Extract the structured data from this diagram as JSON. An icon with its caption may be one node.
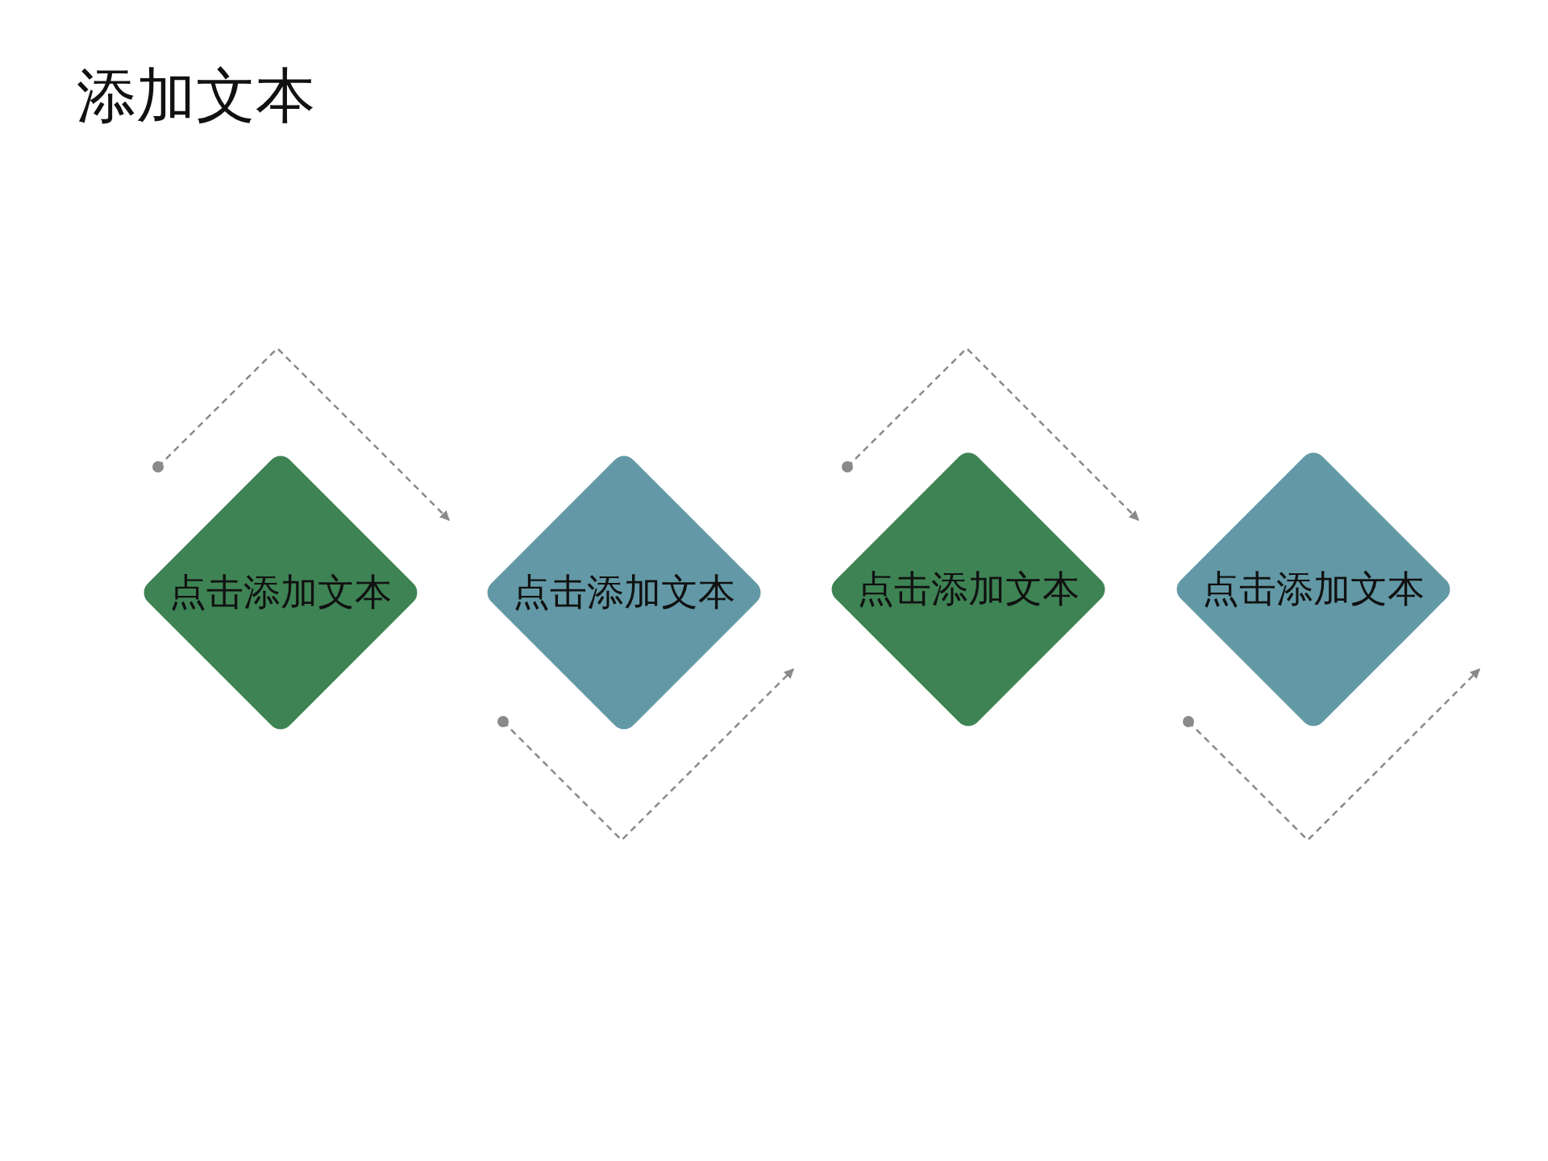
{
  "diagram": {
    "title": "添加文本",
    "nodes": [
      {
        "text": [
          "点击添加文本"
        ]
      },
      {
        "text": [
          "点击添加文本"
        ]
      },
      {
        "text": [
          "点击添加文本"
        ]
      },
      {
        "text": [
          "点击添加文本"
        ]
      }
    ]
  }
}
